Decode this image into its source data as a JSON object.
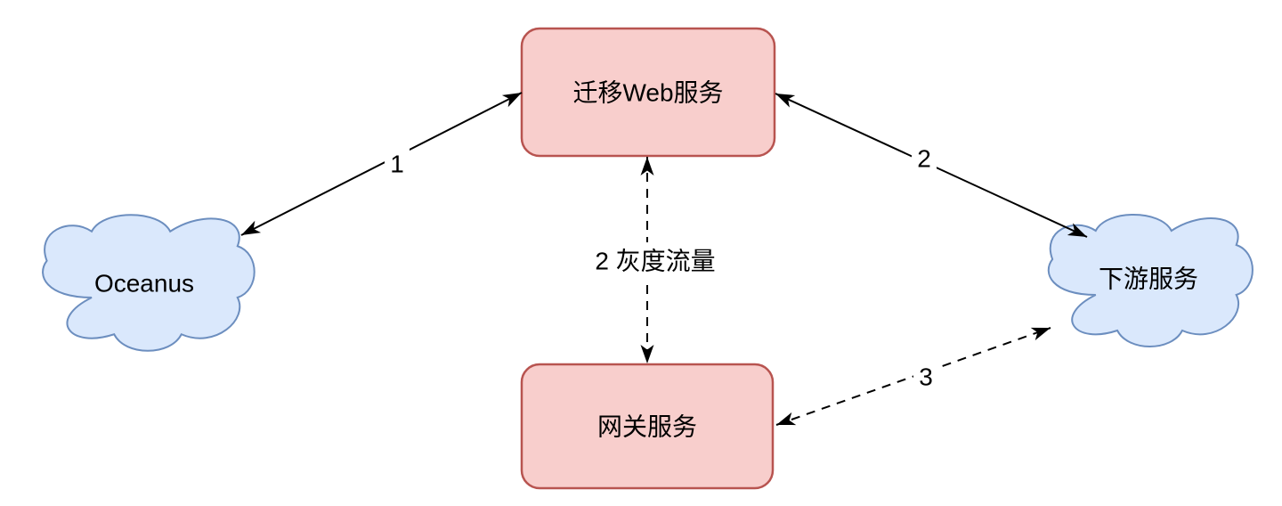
{
  "canvas": {
    "background": "#ffffff",
    "text_color": "#000000",
    "edge_color": "#000000"
  },
  "nodes": {
    "migration_web_service": {
      "label": "迁移Web服务",
      "shape": "rounded-rectangle",
      "fill": "#f8cecc",
      "stroke": "#b85450"
    },
    "gateway_service": {
      "label": "网关服务",
      "shape": "rounded-rectangle",
      "fill": "#f8cecc",
      "stroke": "#b85450"
    },
    "oceanus": {
      "label": "Oceanus",
      "shape": "cloud",
      "fill": "#dae8fc",
      "stroke": "#6c8ebf"
    },
    "downstream_service": {
      "label": "下游服务",
      "shape": "cloud",
      "fill": "#dae8fc",
      "stroke": "#6c8ebf"
    }
  },
  "edges": {
    "oceanus_to_migration": {
      "label": "1",
      "line": "solid",
      "arrows": "both",
      "from": "oceanus",
      "to": "migration_web_service"
    },
    "migration_to_downstream": {
      "label": "2",
      "line": "solid",
      "arrows": "both",
      "from": "migration_web_service",
      "to": "downstream_service"
    },
    "migration_to_gateway": {
      "label": "2 灰度流量",
      "line": "dashed",
      "arrows": "both",
      "from": "migration_web_service",
      "to": "gateway_service"
    },
    "gateway_to_downstream": {
      "label": "3",
      "line": "dashed",
      "arrows": "both",
      "from": "gateway_service",
      "to": "downstream_service"
    }
  }
}
